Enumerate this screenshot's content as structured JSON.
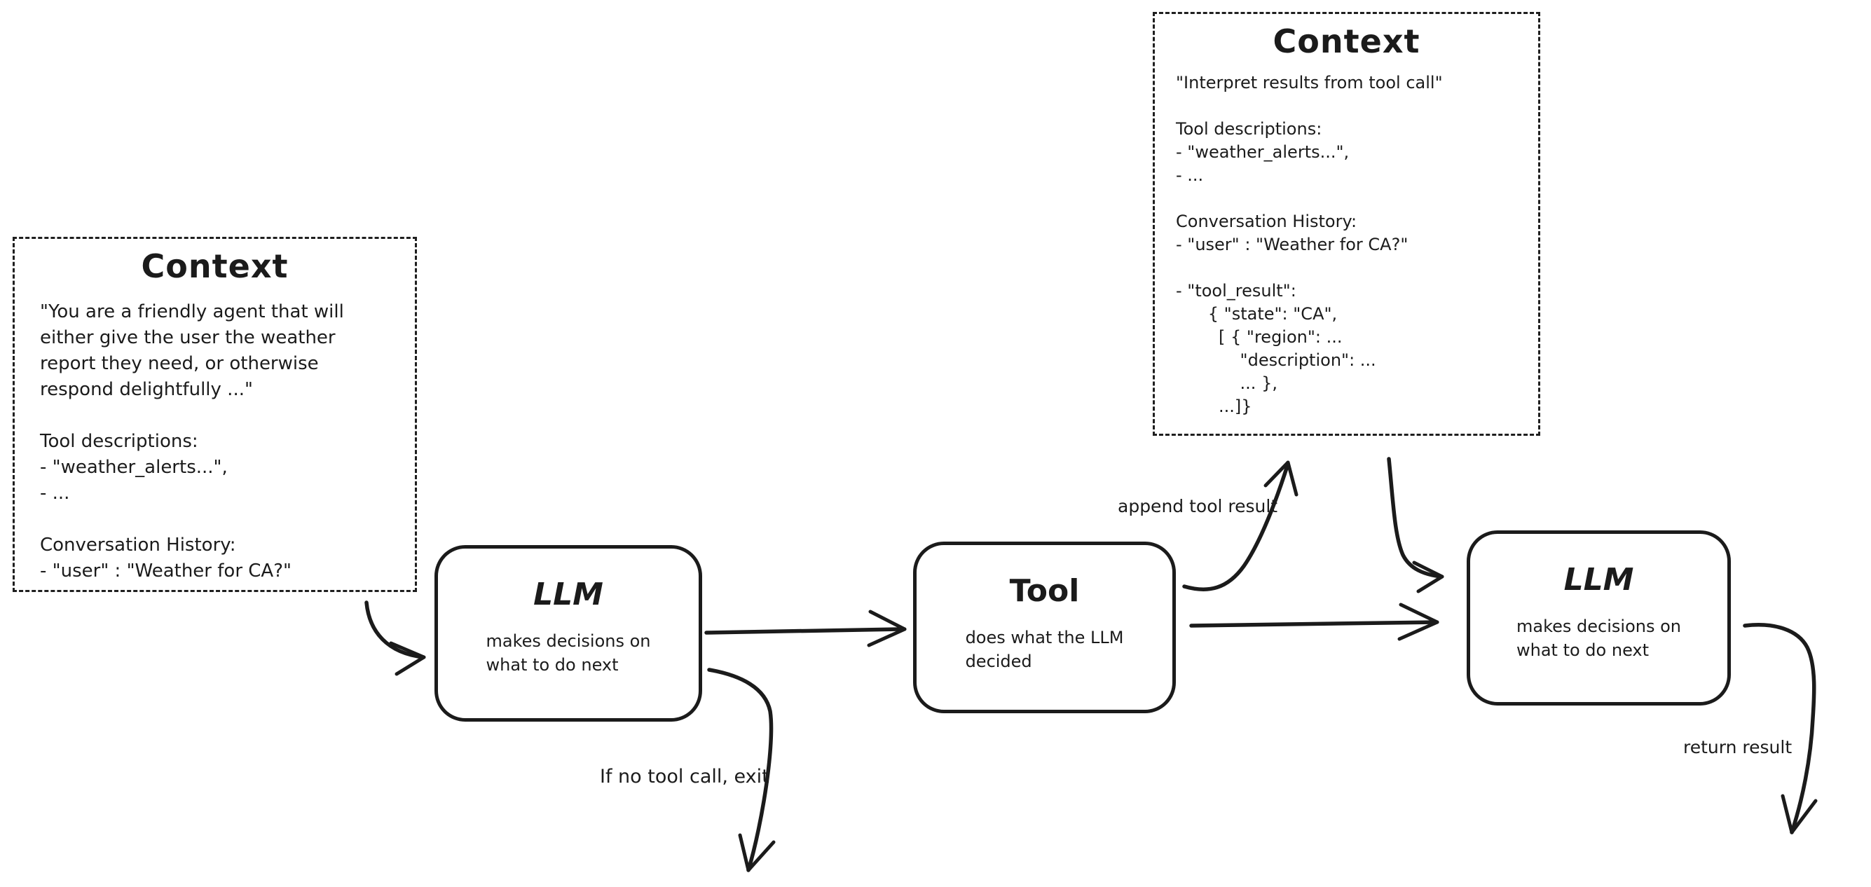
{
  "diagram": {
    "context_left": {
      "title": "Context",
      "body": "\"You are a friendly agent that will\neither give the user the weather\nreport they need, or otherwise\nrespond delightfully ...\"\n\nTool descriptions:\n- \"weather_alerts...\",\n- ...\n\nConversation History:\n- \"user\" : \"Weather for CA?\""
    },
    "context_right": {
      "title": "Context",
      "body": "\"Interpret results from tool call\"\n\nTool descriptions:\n- \"weather_alerts...\",\n- ...\n\nConversation History:\n- \"user\" : \"Weather for CA?\"\n\n- \"tool_result\":\n      { \"state\": \"CA\",\n        [ { \"region\": ...\n            \"description\": ...\n            ... },\n        ...]}"
    },
    "llm1": {
      "title": "LLM",
      "subtitle": "makes decisions on\nwhat to do next"
    },
    "tool": {
      "title": "Tool",
      "subtitle": "does what the LLM\ndecided"
    },
    "llm2": {
      "title": "LLM",
      "subtitle": "makes decisions on\nwhat to do next"
    },
    "labels": {
      "append_tool_result": "append tool result",
      "if_no_tool_call_exit": "If no tool call, exit",
      "return_result": "return result"
    },
    "colors": {
      "stroke": "#1b1b1b",
      "background": "#ffffff"
    }
  }
}
